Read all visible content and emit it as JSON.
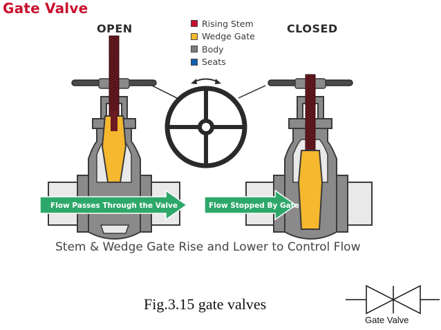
{
  "title": "Gate Valve",
  "states": {
    "open": "OPEN",
    "closed": "CLOSED"
  },
  "legend": [
    {
      "label": "Rising Stem",
      "color": "#c8102e"
    },
    {
      "label": "Wedge Gate",
      "color": "#f5b82e"
    },
    {
      "label": "Body",
      "color": "#7d7d7d"
    },
    {
      "label": "Seats",
      "color": "#1560b0"
    }
  ],
  "flow": {
    "open_text": "Flow Passes Through the Valve",
    "closed_text": "Flow Stopped By Gate",
    "arrow_color": "#2ea86a"
  },
  "caption": "Stem & Wedge Gate Rise and Lower to Control Flow",
  "figure_caption": "Fig.3.15  gate valves",
  "symbol_label": "Gate Valve",
  "colors": {
    "stem": "#6b1a22",
    "wedge": "#f5b82e",
    "body": "#8a8a8a",
    "pipe": "#e9e9e9",
    "outline": "#3a3a3a"
  }
}
